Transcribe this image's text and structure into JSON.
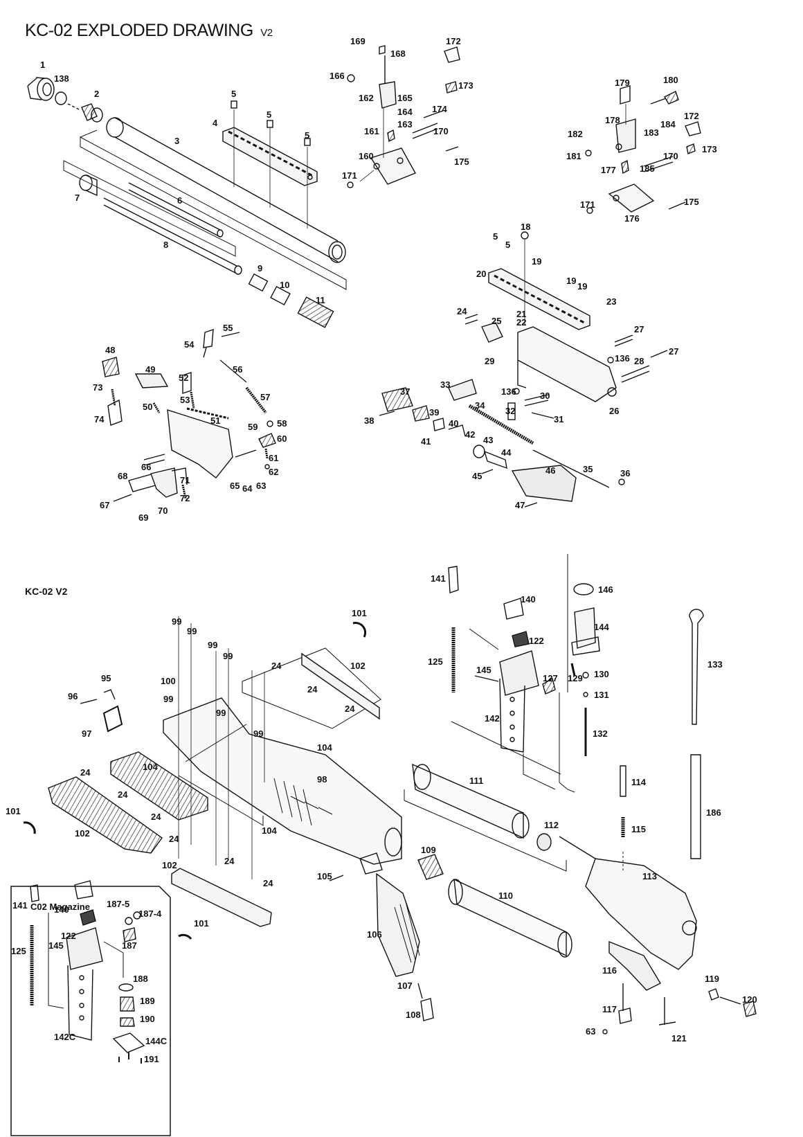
{
  "title": "KC-02 EXPLODED DRAWING",
  "title_version": "V2",
  "subtitle": "KC-02 V2",
  "magazine_box_title": "C02 Magazine",
  "part_labels": [
    "1",
    "138",
    "2",
    "3",
    "4",
    "5",
    "5",
    "5",
    "6",
    "7",
    "8",
    "9",
    "10",
    "11",
    "169",
    "168",
    "172",
    "166",
    "173",
    "162",
    "165",
    "164",
    "163",
    "174",
    "161",
    "170",
    "160",
    "175",
    "171",
    "179",
    "180",
    "172",
    "178",
    "182",
    "183",
    "184",
    "173",
    "181",
    "170",
    "177",
    "185",
    "171",
    "175",
    "176",
    "18",
    "5",
    "5",
    "19",
    "20",
    "19",
    "19",
    "23",
    "21",
    "22",
    "24",
    "25",
    "27",
    "136",
    "28",
    "27",
    "29",
    "136",
    "30",
    "32",
    "31",
    "26",
    "33",
    "37",
    "34",
    "38",
    "39",
    "40",
    "41",
    "42",
    "43",
    "44",
    "35",
    "45",
    "46",
    "36",
    "47",
    "55",
    "54",
    "48",
    "49",
    "56",
    "52",
    "73",
    "53",
    "57",
    "50",
    "74",
    "51",
    "59",
    "58",
    "60",
    "61",
    "66",
    "62",
    "65",
    "64",
    "63",
    "68",
    "71",
    "72",
    "67",
    "69",
    "70",
    "141",
    "146",
    "140",
    "144",
    "122",
    "125",
    "145",
    "127",
    "129",
    "130",
    "131",
    "142",
    "132",
    "133",
    "101",
    "99",
    "99",
    "99",
    "99",
    "102",
    "95",
    "100",
    "24",
    "24",
    "96",
    "99",
    "99",
    "24",
    "97",
    "99",
    "104",
    "104",
    "24",
    "98",
    "111",
    "114",
    "24",
    "101",
    "102",
    "24",
    "115",
    "186",
    "112",
    "104",
    "24",
    "24",
    "109",
    "113",
    "105",
    "102",
    "24",
    "110",
    "101",
    "106",
    "116",
    "107",
    "119",
    "120",
    "108",
    "117",
    "63",
    "121",
    "141",
    "140",
    "187-5",
    "187-4",
    "122",
    "187",
    "145",
    "125",
    "188",
    "189",
    "190",
    "142C",
    "144C",
    "191"
  ]
}
